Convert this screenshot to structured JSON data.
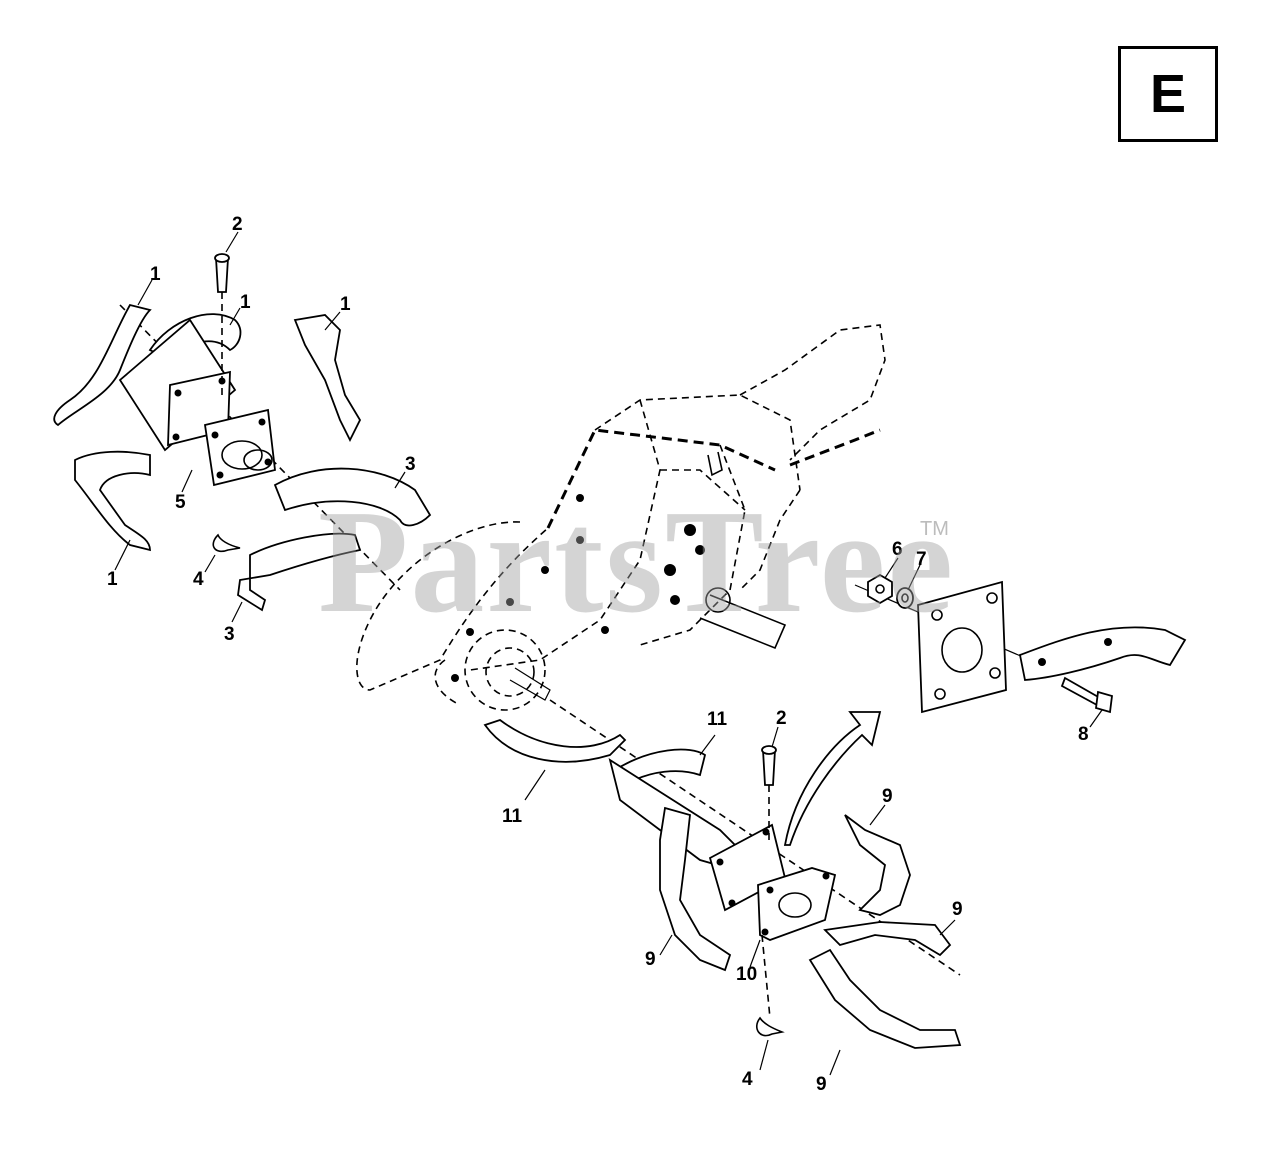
{
  "section": {
    "letter": "E"
  },
  "watermark": {
    "text": "PartsTree",
    "tm": "TM"
  },
  "callouts": {
    "c1a": "1",
    "c1b": "1",
    "c1c": "1",
    "c1d": "1",
    "c2a": "2",
    "c2b": "2",
    "c3a": "3",
    "c3b": "3",
    "c4a": "4",
    "c4b": "4",
    "c5": "5",
    "c6": "6",
    "c7": "7",
    "c8": "8",
    "c9a": "9",
    "c9b": "9",
    "c9c": "9",
    "c9d": "9",
    "c10": "10",
    "c11a": "11",
    "c11b": "11"
  }
}
